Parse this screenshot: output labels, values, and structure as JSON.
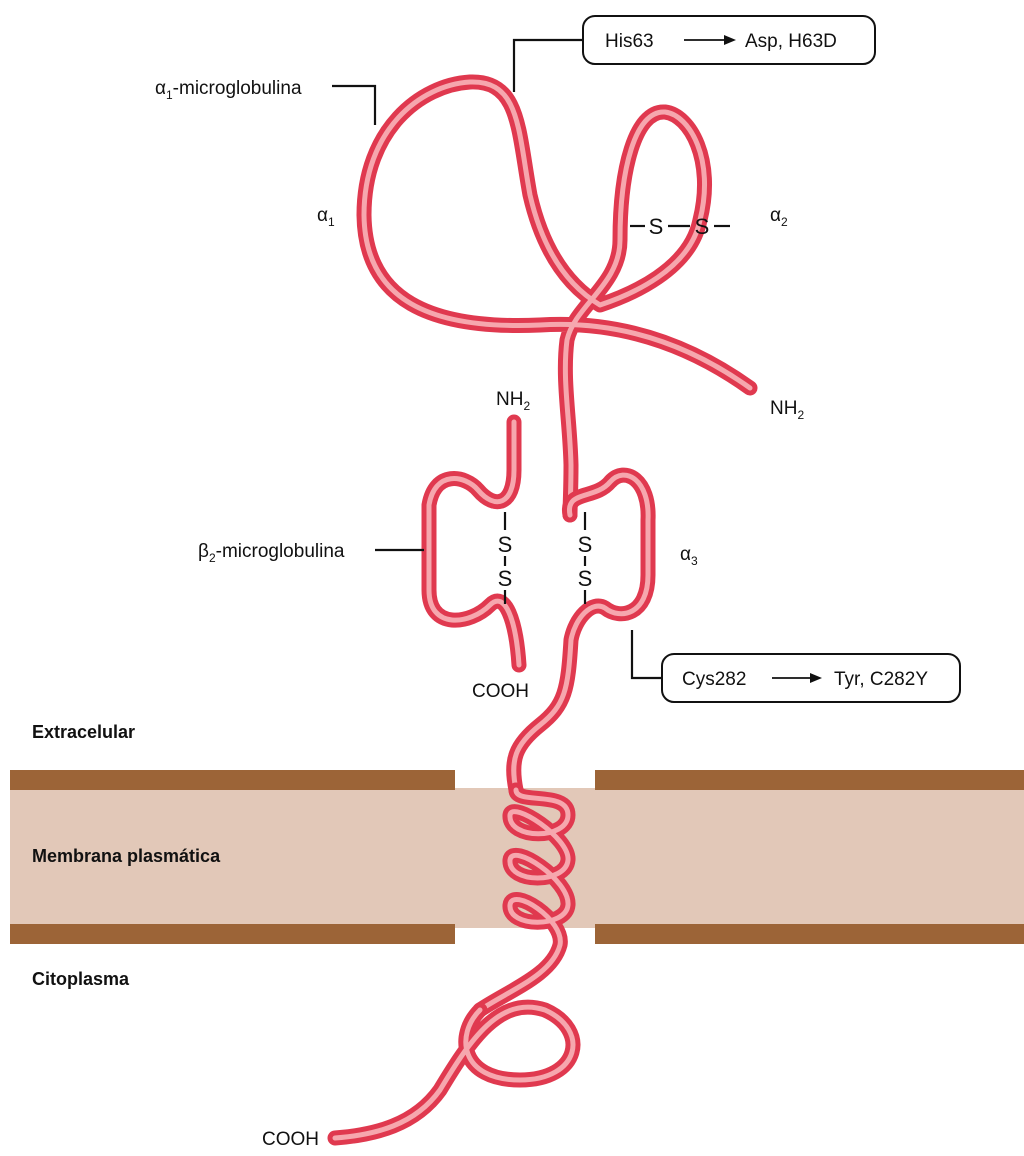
{
  "labels": {
    "alpha1_microglobulina": "α1-microglobulina",
    "beta2_microglobulina": "β2-microglobulina",
    "alpha1": "α1",
    "alpha2": "α2",
    "alpha3": "α3",
    "nh2_heavy": "NH2",
    "nh2_beta2": "NH2",
    "cooh_beta2": "COOH",
    "cooh_tail": "COOH",
    "disulfide_s": "S"
  },
  "mutations": {
    "h63d": {
      "from": "His63",
      "to": "Asp, H63D"
    },
    "c282y": {
      "from": "Cys282",
      "to": "Tyr, C282Y"
    }
  },
  "regions": {
    "extracelular": "Extracelular",
    "membrana": "Membrana plasmática",
    "citoplasma": "Citoplasma"
  },
  "colors": {
    "protein_outer": "#e0394f",
    "protein_inner": "#f6a7ae",
    "membrane_fill": "#e2c8b8",
    "membrane_edge": "#9c6437"
  }
}
